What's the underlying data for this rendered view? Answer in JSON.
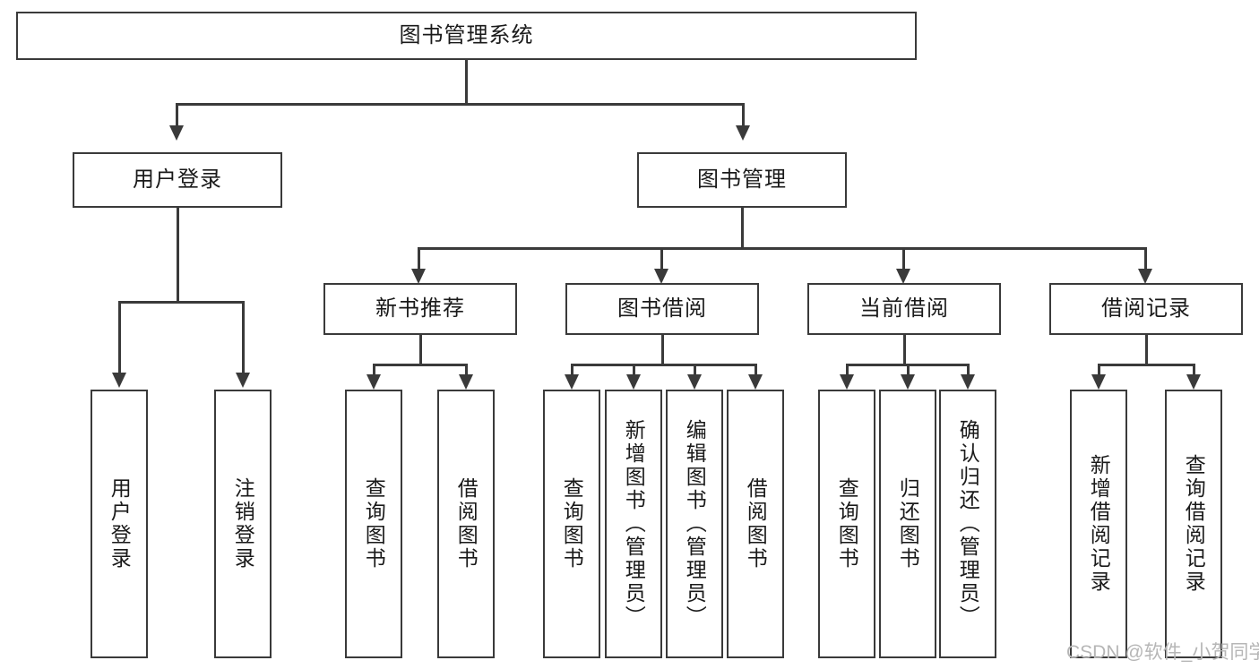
{
  "diagram": {
    "type": "tree-hierarchy-chart",
    "title": "图书管理系统",
    "root": {
      "id": "root",
      "label": "图书管理系统"
    },
    "level2": [
      {
        "id": "user-login",
        "label": "用户登录"
      },
      {
        "id": "book-manage",
        "label": "图书管理"
      }
    ],
    "level3": [
      {
        "id": "new-book-rec",
        "label": "新书推荐",
        "parent": "book-manage"
      },
      {
        "id": "book-borrow",
        "label": "图书借阅",
        "parent": "book-manage"
      },
      {
        "id": "current-borrow",
        "label": "当前借阅",
        "parent": "book-manage"
      },
      {
        "id": "borrow-record",
        "label": "借阅记录",
        "parent": "book-manage"
      }
    ],
    "leaves": {
      "user-login": [
        {
          "id": "leaf-user-login",
          "label": "用户登录"
        },
        {
          "id": "leaf-logout",
          "label": "注销登录"
        }
      ],
      "new-book-rec": [
        {
          "id": "leaf-query-book-1",
          "label": "查询图书"
        },
        {
          "id": "leaf-borrow-book-1",
          "label": "借阅图书"
        }
      ],
      "book-borrow": [
        {
          "id": "leaf-query-book-2",
          "label": "查询图书"
        },
        {
          "id": "leaf-add-book",
          "label": "新增图书（管理员）"
        },
        {
          "id": "leaf-edit-book",
          "label": "编辑图书（管理员）"
        },
        {
          "id": "leaf-borrow-book-2",
          "label": "借阅图书"
        }
      ],
      "current-borrow": [
        {
          "id": "leaf-query-book-3",
          "label": "查询图书"
        },
        {
          "id": "leaf-return-book",
          "label": "归还图书"
        },
        {
          "id": "leaf-confirm-return",
          "label": "确认归还（管理员）"
        }
      ],
      "borrow-record": [
        {
          "id": "leaf-add-record",
          "label": "新增借阅记录"
        },
        {
          "id": "leaf-query-record",
          "label": "查询借阅记录"
        }
      ]
    },
    "colors": {
      "stroke": "#3a3a3a",
      "fill": "#ffffff",
      "text": "#1a1a1a",
      "watermark": "#b6b6b6"
    }
  },
  "watermark": {
    "text": "CSDN @软件_小贺同学"
  }
}
